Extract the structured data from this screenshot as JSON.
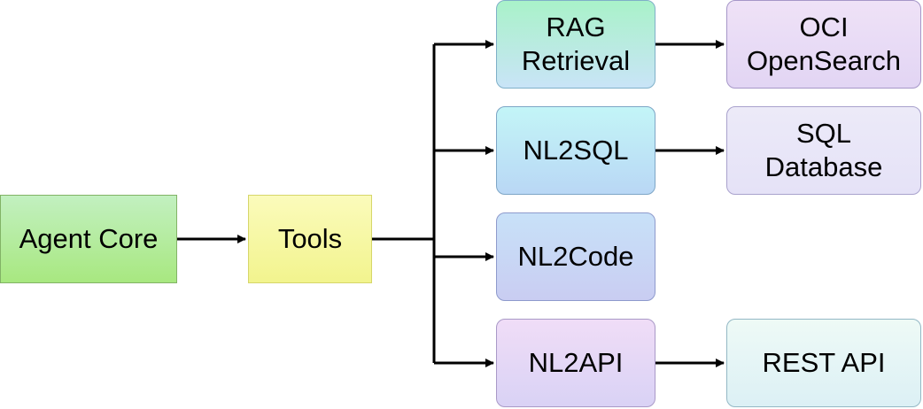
{
  "nodes": {
    "agent_core": "Agent Core",
    "tools": "Tools",
    "rag_retrieval": "RAG\nRetrieval",
    "nl2sql": "NL2SQL",
    "nl2code": "NL2Code",
    "nl2api": "NL2API",
    "oci_opensearch": "OCI\nOpenSearch",
    "sql_database": "SQL\nDatabase",
    "rest_api": "REST API"
  },
  "edges": [
    {
      "from": "Agent Core",
      "to": "Tools"
    },
    {
      "from": "Tools",
      "to": "RAG\nRetrieval"
    },
    {
      "from": "Tools",
      "to": "NL2SQL"
    },
    {
      "from": "Tools",
      "to": "NL2Code"
    },
    {
      "from": "Tools",
      "to": "NL2API"
    },
    {
      "from": "RAG\nRetrieval",
      "to": "OCI\nOpenSearch"
    },
    {
      "from": "NL2SQL",
      "to": "SQL\nDatabase"
    },
    {
      "from": "NL2API",
      "to": "REST API"
    }
  ]
}
